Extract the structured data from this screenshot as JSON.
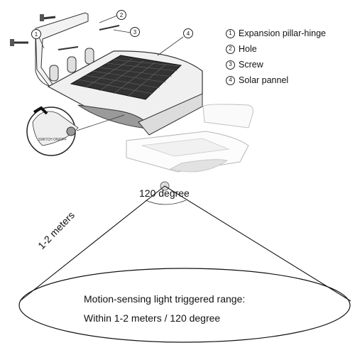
{
  "legend": [
    {
      "num": "1",
      "label": "Expansion pillar-hinge"
    },
    {
      "num": "2",
      "label": "Hole"
    },
    {
      "num": "3",
      "label": "Screw"
    },
    {
      "num": "4",
      "label": "Solar pannel"
    }
  ],
  "callouts": [
    "1",
    "2",
    "3",
    "4"
  ],
  "detection": {
    "angle_label": "120 degree",
    "distance_label": "1-2 meters",
    "range_title": "Motion-sensing light triggered range:",
    "range_value": "Within 1-2 meters / 120 degree"
  },
  "switch_text": "SWITCH ON/OFF"
}
